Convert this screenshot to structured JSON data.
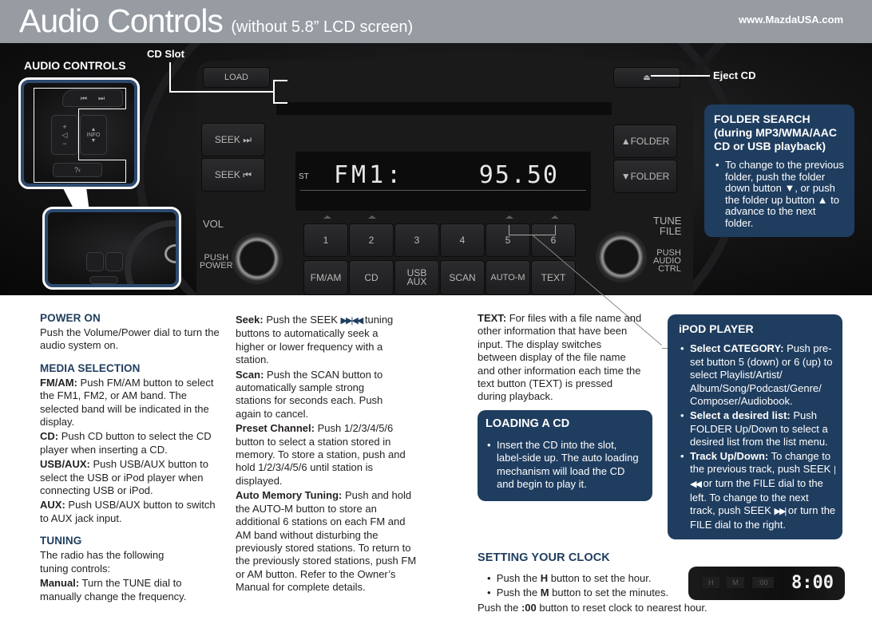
{
  "header": {
    "title": "Audio Controls",
    "subtitle": "(without 5.8” LCD screen)",
    "url": "www.MazdaUSA.com"
  },
  "callouts": {
    "audio_controls": "AUDIO CONTROLS",
    "cd_slot": "CD Slot",
    "eject_cd": "Eject CD"
  },
  "radio": {
    "load": "LOAD",
    "eject_glyph": "⏏",
    "seek_up": "SEEK ⏭",
    "seek_down": "SEEK ⏮",
    "folder_up": "▲FOLDER",
    "folder_down": "▼FOLDER",
    "display": {
      "stereo": "ST",
      "band": "FM1:",
      "frequency": "95.50"
    },
    "vol_label": "VOL",
    "push_power": "PUSH\nPOWER",
    "tune_label": "TUNE\nFILE",
    "push_audio": "PUSH\nAUDIO\nCTRL",
    "presets": [
      "1",
      "2",
      "3",
      "4",
      "5",
      "6"
    ],
    "function_buttons": [
      "FM/AM",
      "CD",
      "USB\nAUX",
      "SCAN",
      "AUTO-M",
      "TEXT"
    ]
  },
  "steering": {
    "prev": "⏮",
    "next": "⏭",
    "vol_plus": "+",
    "vol_icon": "◁",
    "vol_minus": "−",
    "info_up": "▲",
    "info": "INFO",
    "info_down": "▼",
    "talk": "?‹"
  },
  "folder_search": {
    "title_line1": "FOLDER SEARCH",
    "title_line2": "(during MP3/WMA/AAC",
    "title_line3": "CD or USB playback)",
    "bullet": "To change to the previous folder, push the folder down button ▼, or push the folder up button ▲ to advance to the next folder."
  },
  "power_on": {
    "heading": "POWER ON",
    "text": "Push the Volume/Power dial to turn the audio system on."
  },
  "media_selection": {
    "heading": "MEDIA SELECTION",
    "items": [
      {
        "label": "FM/AM:",
        "text": " Push FM/AM button to select the FM1, FM2, or AM band. The selected band will be indicated in the display."
      },
      {
        "label": "CD:",
        "text": " Push CD button to select the CD player when inserting a CD."
      },
      {
        "label": "USB/AUX:",
        "text": " Push USB/AUX button to select the USB or iPod player when connecting USB or iPod."
      },
      {
        "label": "AUX:",
        "text": " Push USB/AUX button to switch to AUX jack input."
      }
    ]
  },
  "tuning": {
    "heading": "TUNING",
    "intro": "The radio has the following tuning controls:",
    "manual_label": "Manual:",
    "manual_text": " Turn the TUNE dial to manually change the frequency."
  },
  "tuning_cont": {
    "seek_label": "Seek:",
    "seek_text_a": " Push the SEEK ",
    "seek_glyph": "▶▶|◀◀",
    "seek_text_b": " tuning buttons to automatically seek a higher or lower frequency with a station.",
    "scan_label": "Scan:",
    "scan_text": " Push the SCAN button to automatically sample strong stations for seconds each. Push again to cancel.",
    "preset_label": "Preset Channel:",
    "preset_text": " Push 1/2/3/4/5/6 button to select a station stored in memory. To store a station, push and hold 1/2/3/4/5/6 until station is displayed.",
    "auto_label": "Auto Memory Tuning:",
    "auto_text": " Push and hold the AUTO-M button to store an additional 6 stations on each FM and AM band without disturbing the previously stored stations. To return to the previously stored stations, push FM or AM button. Refer to the Owner’s Manual for complete details."
  },
  "text_button": {
    "label": "TEXT:",
    "text": " For files with a file name and other information that have been input. The display switches between display of the file name and other information each time the text button (TEXT) is pressed during playback."
  },
  "loading_cd": {
    "title": "LOADING A CD",
    "bullet": "Insert the CD into the slot, label-side up. The auto loading mechanism will load the CD and begin to play it."
  },
  "ipod_player": {
    "title": "iPOD PLAYER",
    "items": [
      {
        "label": "Select CATEGORY:",
        "text": " Push pre-set button 5 (down) or 6 (up) to select Playlist/Artist/ Album/Song/Podcast/Genre/ Composer/Audiobook."
      },
      {
        "label": "Select a desired list:",
        "text": " Push FOLDER Up/Down to select a desired list from the list menu."
      },
      {
        "label": "Track Up/Down:",
        "text_a": " To change to the previous track, push SEEK ",
        "glyph_a": "|◀◀",
        "text_b": " or turn the FILE dial to the left. To change to the next track, push SEEK ",
        "glyph_b": "▶▶|",
        "text_c": " or turn the FILE dial to the right."
      }
    ]
  },
  "clock": {
    "heading": "SETTING YOUR CLOCK",
    "bullet1_a": "Push the ",
    "bullet1_b": "H",
    "bullet1_c": " button to set the hour.",
    "bullet2_a": "Push the ",
    "bullet2_b": "M",
    "bullet2_c": " button to set the minutes.",
    "line3_a": "Push the ",
    "line3_b": ":00",
    "line3_c": " button to reset clock to nearest hour.",
    "panel": {
      "h": "H",
      "m": "M",
      "zero": ":00",
      "time": "8:00"
    }
  },
  "colors": {
    "header_bg": "#969ca2",
    "brand_navy": "#1f3d5f",
    "body_text": "#231f20"
  }
}
